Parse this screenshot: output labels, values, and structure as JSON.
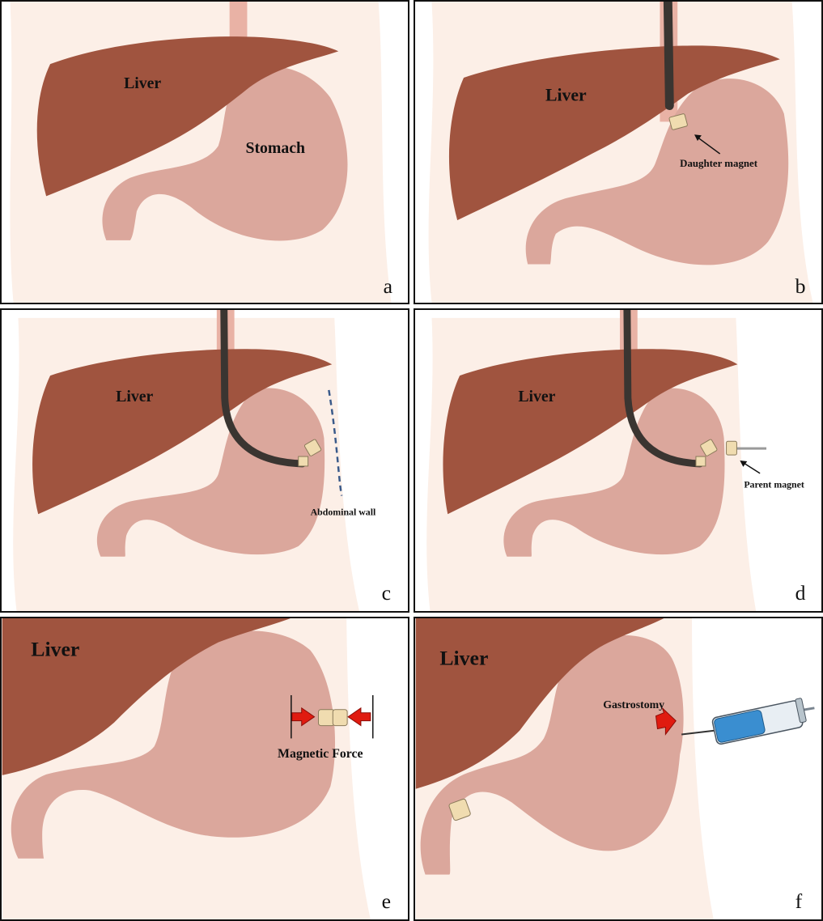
{
  "colors": {
    "skin": "#fcefe7",
    "esophagus": "#e9b2a5",
    "liver": "#a0543f",
    "stomach": "#dba79c",
    "endoscope": "#3a3531",
    "magnet": "#f0dcb0",
    "arrow": "#e01b10",
    "syringe": "#3a8ed0"
  },
  "panels": {
    "a": {
      "letter": "a",
      "liver": "Liver",
      "stomach": "Stomach"
    },
    "b": {
      "letter": "b",
      "liver": "Liver",
      "daughter_magnet": "Daughter magnet"
    },
    "c": {
      "letter": "c",
      "liver": "Liver",
      "abdominal_wall": "Abdominal wall"
    },
    "d": {
      "letter": "d",
      "liver": "Liver",
      "parent_magnet": "Parent magnet"
    },
    "e": {
      "letter": "e",
      "liver": "Liver",
      "magnetic_force": "Magnetic Force"
    },
    "f": {
      "letter": "f",
      "liver": "Liver",
      "gastrostomy": "Gastrostomy"
    }
  }
}
